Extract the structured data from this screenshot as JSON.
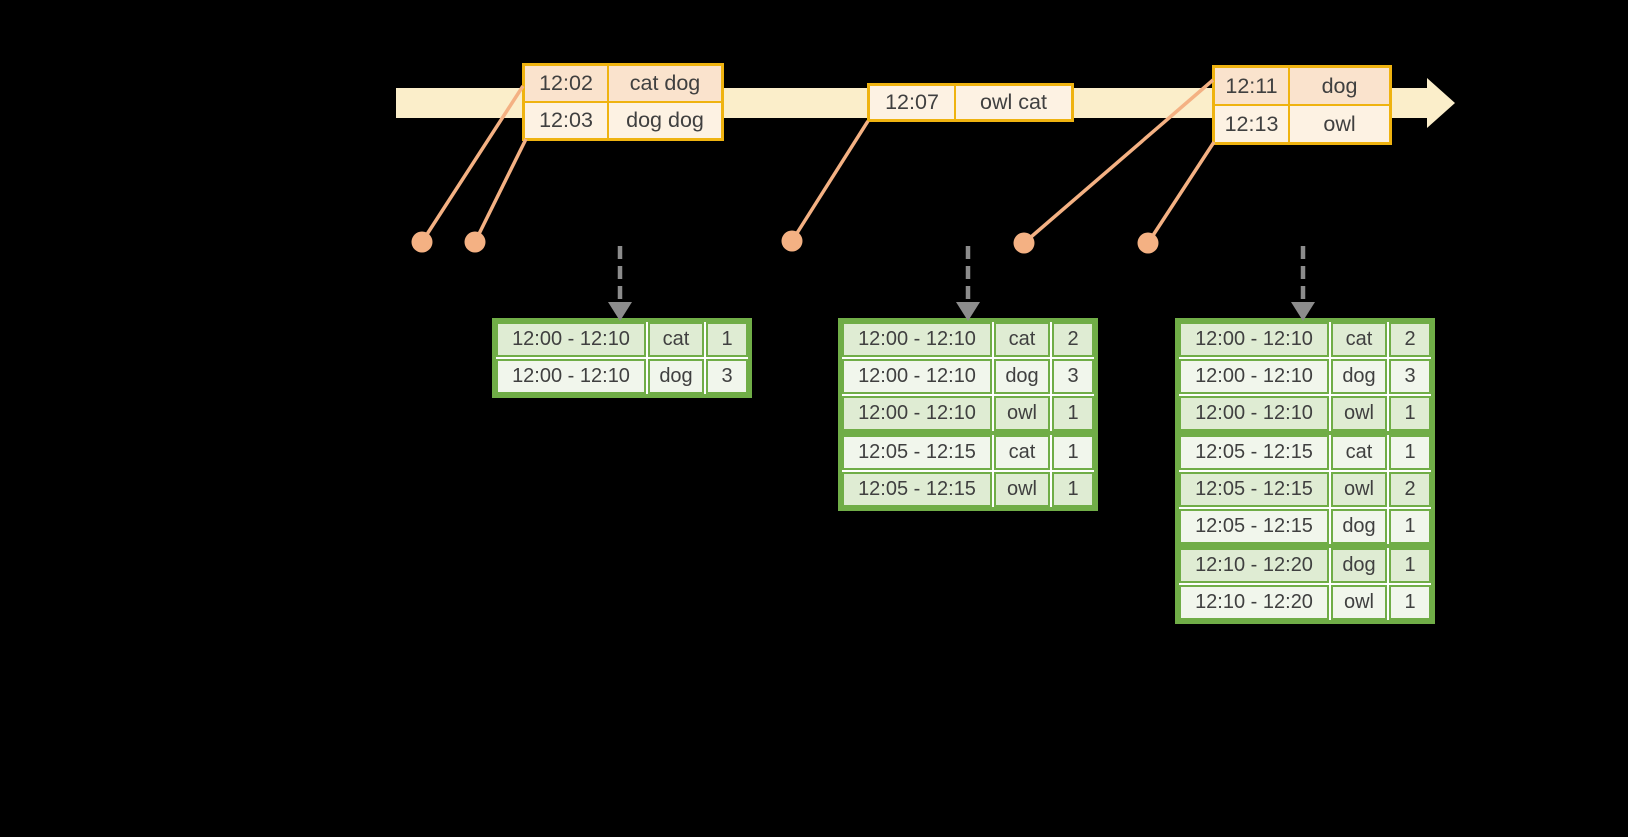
{
  "colors": {
    "background": "#000000",
    "cream": "#fbeeca",
    "gold": "#efb310",
    "peach_dark": "#fae3cd",
    "peach_light": "#fdf2e3",
    "salmon": "#f4b183",
    "green": "#70ad47",
    "green_row_dark": "#dfecd3",
    "green_row_light": "#f1f6ec",
    "gray_arrow": "#8c8c8c",
    "text": "#404040"
  },
  "icons": {
    "timeline_arrow": "right-arrow",
    "trigger_arrow": "dashed-down-arrow",
    "event_dot": "circle-marker"
  },
  "event_tables": [
    {
      "rows": [
        {
          "time": "12:02",
          "words": "cat dog",
          "shade": "dark"
        },
        {
          "time": "12:03",
          "words": "dog dog",
          "shade": "light"
        }
      ]
    },
    {
      "rows": [
        {
          "time": "12:07",
          "words": "owl cat",
          "shade": "light"
        }
      ]
    },
    {
      "rows": [
        {
          "time": "12:11",
          "words": "dog",
          "shade": "dark"
        },
        {
          "time": "12:13",
          "words": "owl",
          "shade": "light"
        }
      ]
    }
  ],
  "result_tables": [
    {
      "separators_after": [],
      "rows": [
        {
          "window": "12:00 - 12:10",
          "word": "cat",
          "count": "1"
        },
        {
          "window": "12:00 - 12:10",
          "word": "dog",
          "count": "3"
        }
      ]
    },
    {
      "separators_after": [
        2
      ],
      "rows": [
        {
          "window": "12:00 - 12:10",
          "word": "cat",
          "count": "2"
        },
        {
          "window": "12:00 - 12:10",
          "word": "dog",
          "count": "3"
        },
        {
          "window": "12:00 - 12:10",
          "word": "owl",
          "count": "1"
        },
        {
          "window": "12:05 - 12:15",
          "word": "cat",
          "count": "1"
        },
        {
          "window": "12:05 - 12:15",
          "word": "owl",
          "count": "1"
        }
      ]
    },
    {
      "separators_after": [
        2,
        5
      ],
      "rows": [
        {
          "window": "12:00 - 12:10",
          "word": "cat",
          "count": "2"
        },
        {
          "window": "12:00 - 12:10",
          "word": "dog",
          "count": "3"
        },
        {
          "window": "12:00 - 12:10",
          "word": "owl",
          "count": "1"
        },
        {
          "window": "12:05 - 12:15",
          "word": "cat",
          "count": "1"
        },
        {
          "window": "12:05 - 12:15",
          "word": "owl",
          "count": "2"
        },
        {
          "window": "12:05 - 12:15",
          "word": "dog",
          "count": "1"
        },
        {
          "window": "12:10 - 12:20",
          "word": "dog",
          "count": "1"
        },
        {
          "window": "12:10 - 12:20",
          "word": "owl",
          "count": "1"
        }
      ]
    }
  ]
}
